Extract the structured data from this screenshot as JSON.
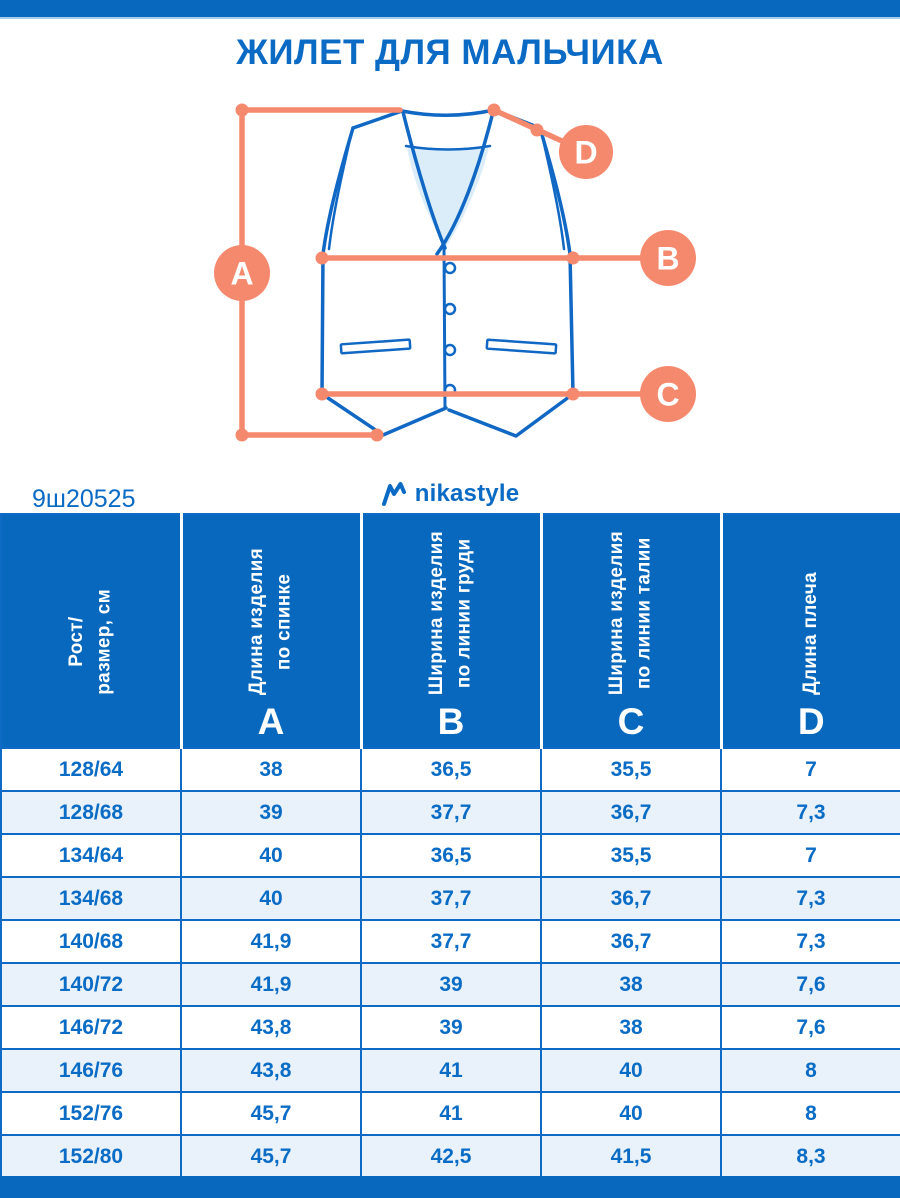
{
  "page": {
    "title": "ЖИЛЕТ ДЛЯ МАЛЬЧИКА",
    "article": "9ш20525",
    "brand": "nikastyle",
    "colors": {
      "primary_blue": "#0768BE",
      "accent_orange": "#F5896D",
      "row_alt_blue": "#E9F2FB",
      "vest_neck_fill": "#DCEDFA"
    }
  },
  "diagram": {
    "markers": [
      "A",
      "B",
      "C",
      "D"
    ]
  },
  "table": {
    "columns": [
      {
        "line1": "Рост/",
        "line2": "размер, см",
        "letter": ""
      },
      {
        "line1": "Длина изделия",
        "line2": "по спинке",
        "letter": "A"
      },
      {
        "line1": "Ширина изделия",
        "line2": "по линии груди",
        "letter": "B"
      },
      {
        "line1": "Ширина изделия",
        "line2": "по линии талии",
        "letter": "C"
      },
      {
        "line1": "Длина плеча",
        "line2": "",
        "letter": "D"
      }
    ],
    "rows": [
      [
        "128/64",
        "38",
        "36,5",
        "35,5",
        "7"
      ],
      [
        "128/68",
        "39",
        "37,7",
        "36,7",
        "7,3"
      ],
      [
        "134/64",
        "40",
        "36,5",
        "35,5",
        "7"
      ],
      [
        "134/68",
        "40",
        "37,7",
        "36,7",
        "7,3"
      ],
      [
        "140/68",
        "41,9",
        "37,7",
        "36,7",
        "7,3"
      ],
      [
        "140/72",
        "41,9",
        "39",
        "38",
        "7,6"
      ],
      [
        "146/72",
        "43,8",
        "39",
        "38",
        "7,6"
      ],
      [
        "146/76",
        "43,8",
        "41",
        "40",
        "8"
      ],
      [
        "152/76",
        "45,7",
        "41",
        "40",
        "8"
      ],
      [
        "152/80",
        "45,7",
        "42,5",
        "41,5",
        "8,3"
      ]
    ]
  }
}
